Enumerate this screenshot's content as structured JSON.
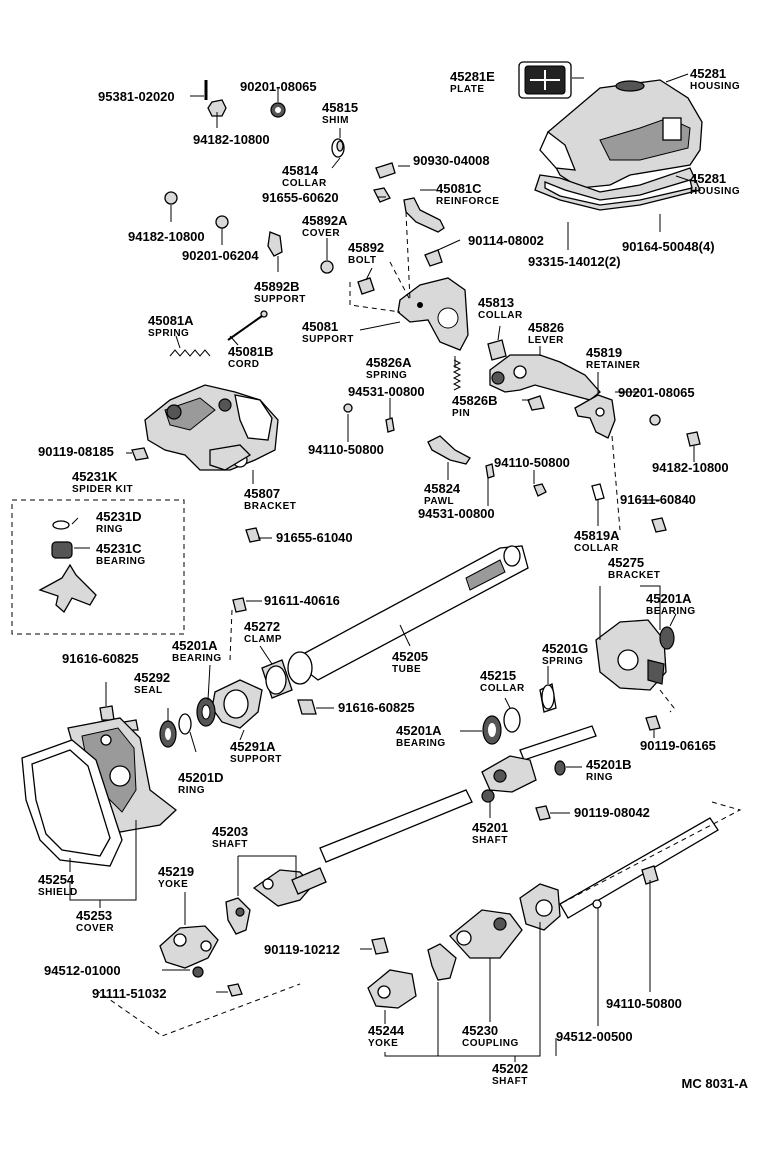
{
  "callouts": [
    {
      "id": "95381-02020",
      "part": "95381-02020",
      "name": ""
    },
    {
      "id": "90201-08065a",
      "part": "90201-08065",
      "name": ""
    },
    {
      "id": "94182-10800a",
      "part": "94182-10800",
      "name": ""
    },
    {
      "id": "45815",
      "part": "45815",
      "name": "SHIM"
    },
    {
      "id": "45814",
      "part": "45814",
      "name": "COLLAR"
    },
    {
      "id": "90930-04008",
      "part": "90930-04008",
      "name": ""
    },
    {
      "id": "91655-60620",
      "part": "91655-60620",
      "name": ""
    },
    {
      "id": "45081C",
      "part": "45081C",
      "name": "REINFORCE"
    },
    {
      "id": "94182-10800b",
      "part": "94182-10800",
      "name": ""
    },
    {
      "id": "90201-06204",
      "part": "90201-06204",
      "name": ""
    },
    {
      "id": "45892A",
      "part": "45892A",
      "name": "COVER"
    },
    {
      "id": "45892",
      "part": "45892",
      "name": "BOLT"
    },
    {
      "id": "90114-08002",
      "part": "90114-08002",
      "name": ""
    },
    {
      "id": "45892B",
      "part": "45892B",
      "name": "SUPPORT"
    },
    {
      "id": "45081A",
      "part": "45081A",
      "name": "SPRING"
    },
    {
      "id": "45081",
      "part": "45081",
      "name": "SUPPORT"
    },
    {
      "id": "45081B",
      "part": "45081B",
      "name": "CORD"
    },
    {
      "id": "45813",
      "part": "45813",
      "name": "COLLAR"
    },
    {
      "id": "45826",
      "part": "45826",
      "name": "LEVER"
    },
    {
      "id": "45826A",
      "part": "45826A",
      "name": "SPRING"
    },
    {
      "id": "45819",
      "part": "45819",
      "name": "RETAINER"
    },
    {
      "id": "94531-00800a",
      "part": "94531-00800",
      "name": ""
    },
    {
      "id": "90201-08065b",
      "part": "90201-08065",
      "name": ""
    },
    {
      "id": "45826B",
      "part": "45826B",
      "name": "PIN"
    },
    {
      "id": "90119-08185",
      "part": "90119-08185",
      "name": ""
    },
    {
      "id": "94110-50800a",
      "part": "94110-50800",
      "name": ""
    },
    {
      "id": "94182-10800c",
      "part": "94182-10800",
      "name": ""
    },
    {
      "id": "94110-50800b",
      "part": "94110-50800",
      "name": ""
    },
    {
      "id": "45231K",
      "part": "45231K",
      "name": "SPIDER KIT"
    },
    {
      "id": "45807",
      "part": "45807",
      "name": "BRACKET"
    },
    {
      "id": "45824",
      "part": "45824",
      "name": "PAWL"
    },
    {
      "id": "45231D",
      "part": "45231D",
      "name": "RING"
    },
    {
      "id": "91611-60840",
      "part": "91611-60840",
      "name": ""
    },
    {
      "id": "94531-00800b",
      "part": "94531-00800",
      "name": ""
    },
    {
      "id": "45231C",
      "part": "45231C",
      "name": "BEARING"
    },
    {
      "id": "91655-61040",
      "part": "91655-61040",
      "name": ""
    },
    {
      "id": "45819A",
      "part": "45819A",
      "name": "COLLAR"
    },
    {
      "id": "45275",
      "part": "45275",
      "name": "BRACKET"
    },
    {
      "id": "91611-40616",
      "part": "91611-40616",
      "name": ""
    },
    {
      "id": "45201Aa",
      "part": "45201A",
      "name": "BEARING"
    },
    {
      "id": "45272",
      "part": "45272",
      "name": "CLAMP"
    },
    {
      "id": "45201Ab",
      "part": "45201A",
      "name": "BEARING"
    },
    {
      "id": "91616-60825a",
      "part": "91616-60825",
      "name": ""
    },
    {
      "id": "45205",
      "part": "45205",
      "name": "TUBE"
    },
    {
      "id": "45201G",
      "part": "45201G",
      "name": "SPRING"
    },
    {
      "id": "45292",
      "part": "45292",
      "name": "SEAL"
    },
    {
      "id": "45215",
      "part": "45215",
      "name": "COLLAR"
    },
    {
      "id": "91616-60825b",
      "part": "91616-60825",
      "name": ""
    },
    {
      "id": "45201Ac",
      "part": "45201A",
      "name": "BEARING"
    },
    {
      "id": "45291A",
      "part": "45291A",
      "name": "SUPPORT"
    },
    {
      "id": "90119-06165",
      "part": "90119-06165",
      "name": ""
    },
    {
      "id": "45201B",
      "part": "45201B",
      "name": "RING"
    },
    {
      "id": "45201D",
      "part": "45201D",
      "name": "RING"
    },
    {
      "id": "90119-08042",
      "part": "90119-08042",
      "name": ""
    },
    {
      "id": "45201",
      "part": "45201",
      "name": "SHAFT"
    },
    {
      "id": "45203",
      "part": "45203",
      "name": "SHAFT"
    },
    {
      "id": "45254",
      "part": "45254",
      "name": "SHIELD"
    },
    {
      "id": "45219",
      "part": "45219",
      "name": "YOKE"
    },
    {
      "id": "45253",
      "part": "45253",
      "name": "COVER"
    },
    {
      "id": "90119-10212",
      "part": "90119-10212",
      "name": ""
    },
    {
      "id": "94512-01000",
      "part": "94512-01000",
      "name": ""
    },
    {
      "id": "94110-50800c",
      "part": "94110-50800",
      "name": ""
    },
    {
      "id": "91111-51032",
      "part": "91111-51032",
      "name": ""
    },
    {
      "id": "45244",
      "part": "45244",
      "name": "YOKE"
    },
    {
      "id": "45230",
      "part": "45230",
      "name": "COUPLING"
    },
    {
      "id": "94512-00500",
      "part": "94512-00500",
      "name": ""
    },
    {
      "id": "45202",
      "part": "45202",
      "name": "SHAFT"
    },
    {
      "id": "45281E",
      "part": "45281E",
      "name": "PLATE"
    },
    {
      "id": "45281a",
      "part": "45281",
      "name": "HOUSING"
    },
    {
      "id": "45281b",
      "part": "45281",
      "name": "HOUSING"
    },
    {
      "id": "90164-50048",
      "part": "90164-50048(4)",
      "name": ""
    },
    {
      "id": "93315-14012",
      "part": "93315-14012(2)",
      "name": ""
    }
  ],
  "diagram_code": "MC 8031-A"
}
